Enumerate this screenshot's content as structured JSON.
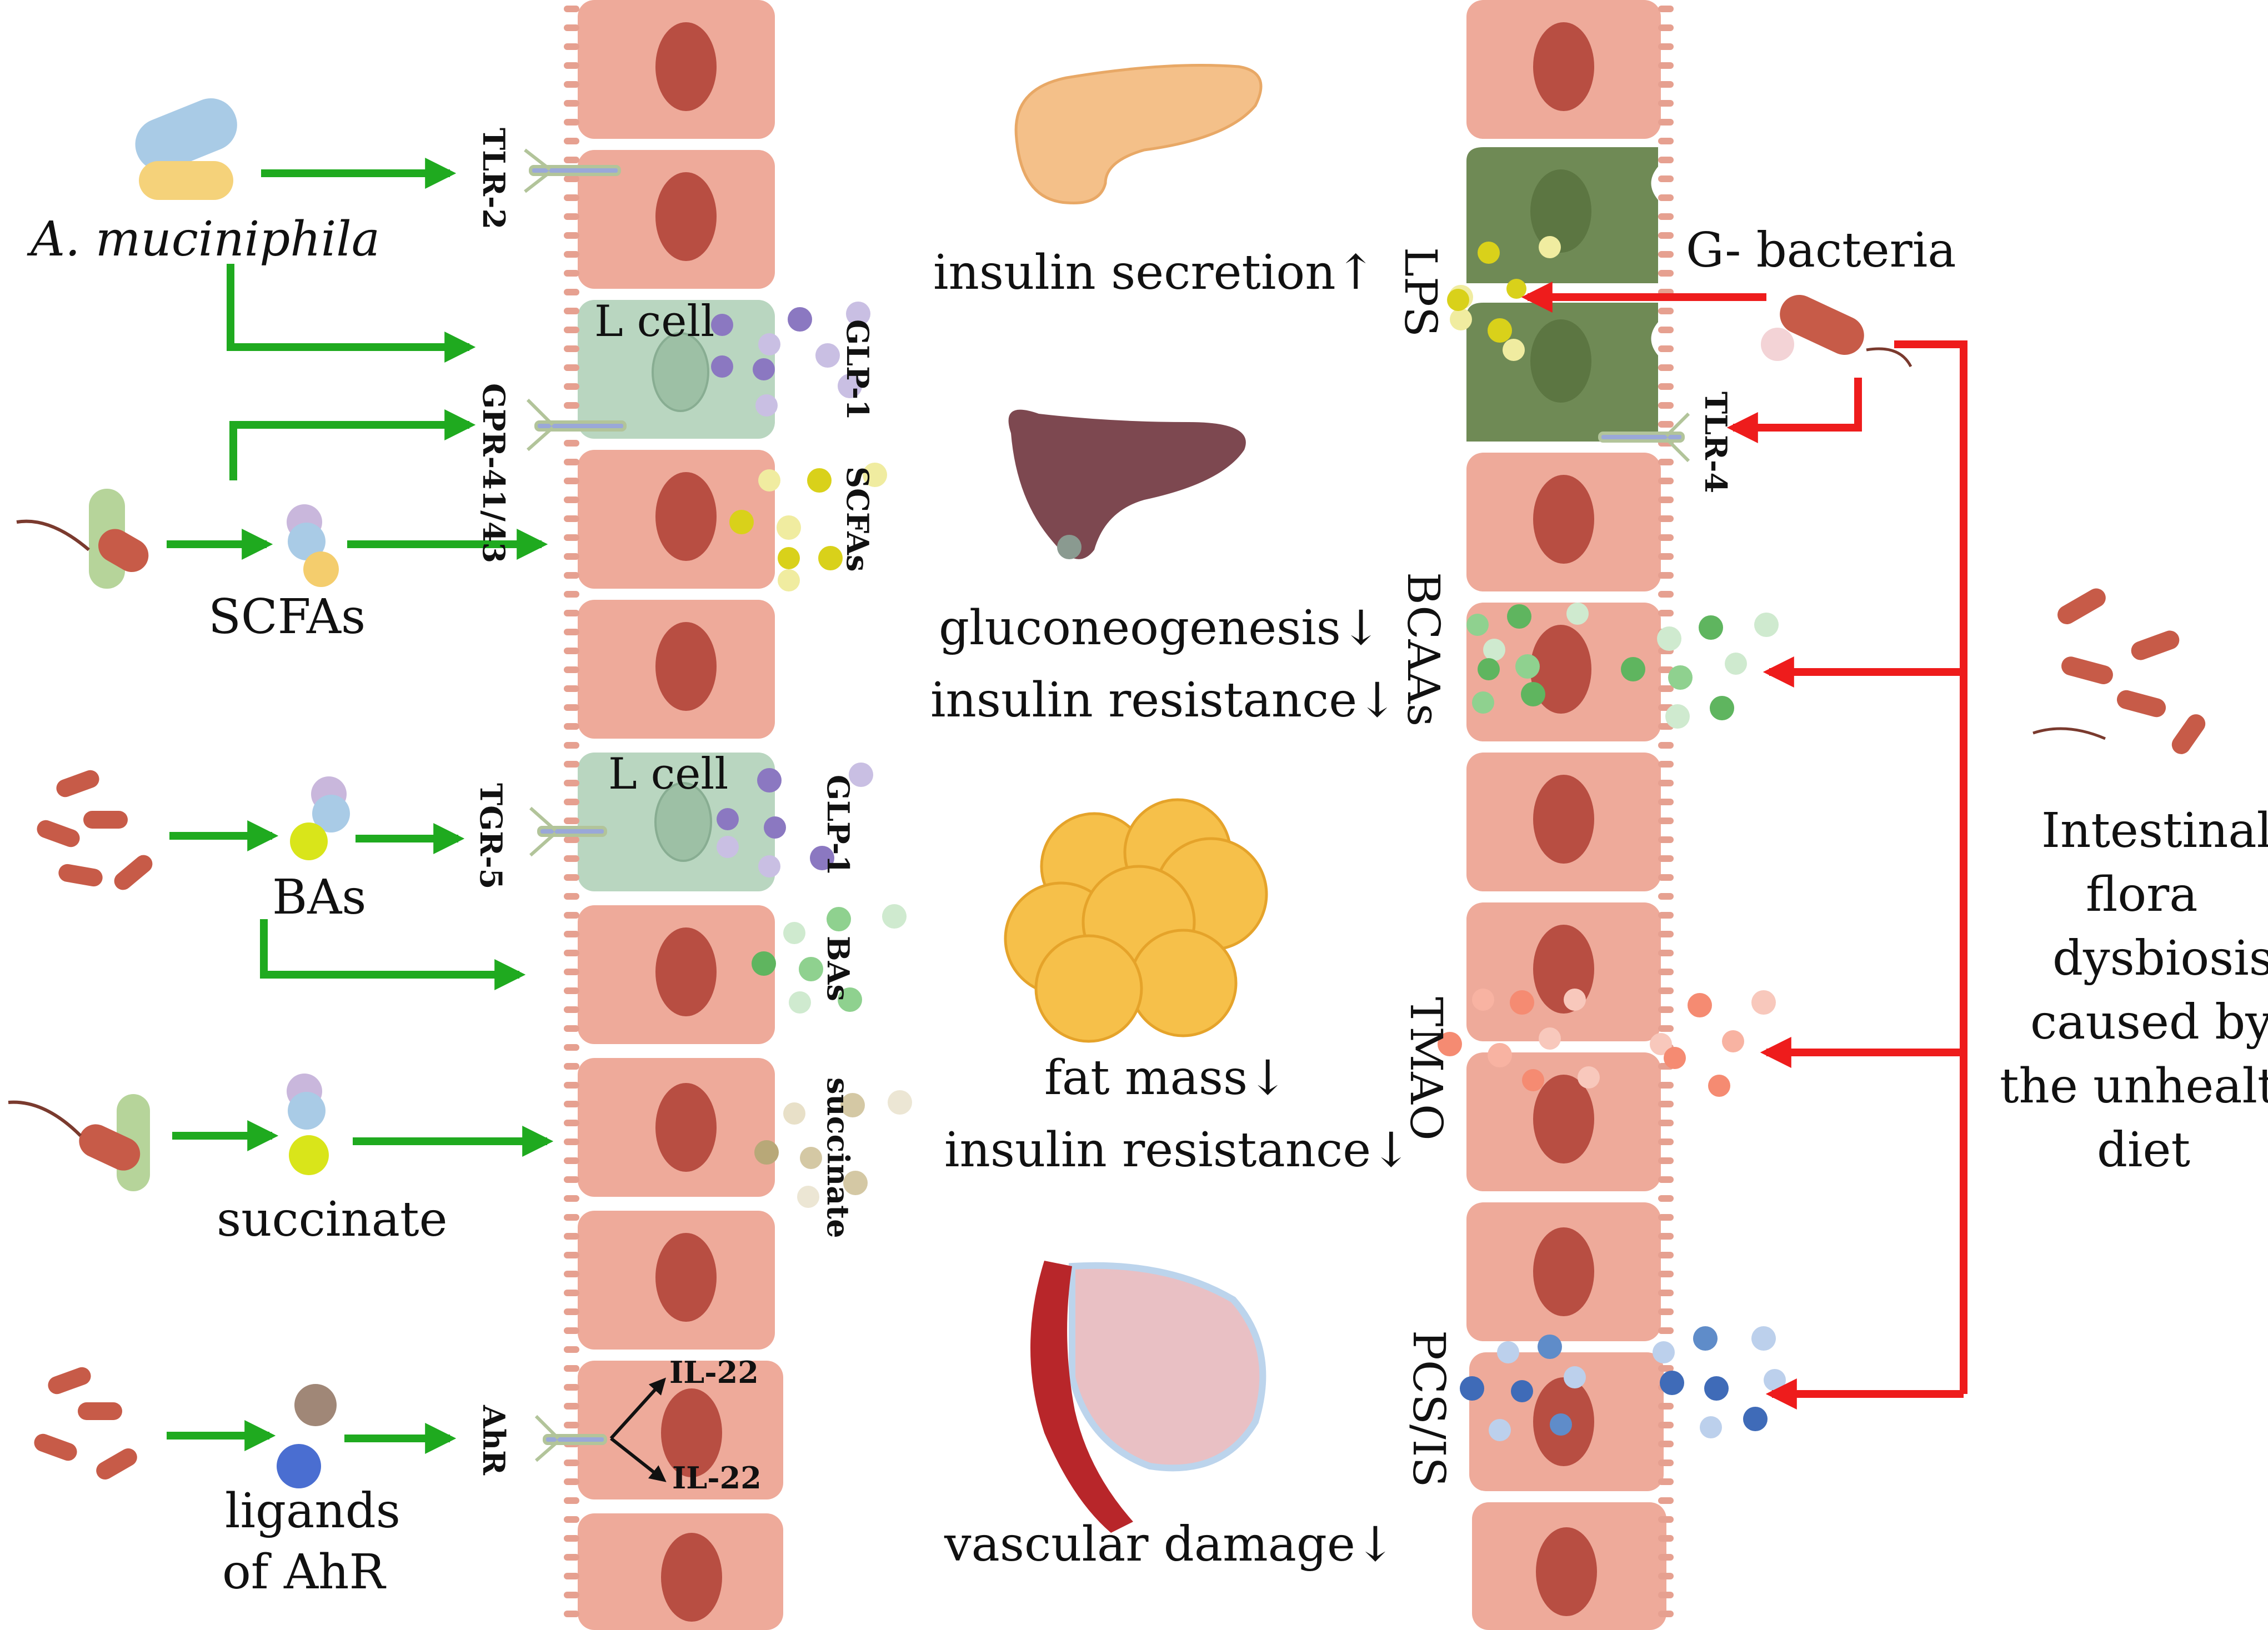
{
  "left_sources": {
    "akk": "A. muciniphila",
    "scfas": "SCFAs",
    "bas": "BAs",
    "succinate": "succinate",
    "ligands_line1": "ligands",
    "ligands_line2": "of AhR"
  },
  "receptors": {
    "tlr2": "TLR-2",
    "gpr": "GPR-41/43",
    "tgr5": "TGR-5",
    "ahr": "AhR",
    "tlr4": "TLR-4"
  },
  "cells": {
    "lcell_top": "L cell",
    "lcell_mid": "L cell"
  },
  "secreted": {
    "glp1_top": "GLP-1",
    "scfas": "SCFAs",
    "glp1_mid": "GLP-1",
    "bas": "BAs",
    "succinate": "succinate",
    "il22_a": "IL-22",
    "il22_b": "IL-22"
  },
  "effects": {
    "insulin_secretion": "insulin secretion↑",
    "gluconeogenesis": "gluconeogenesis↓",
    "insulin_resistance_1": "insulin resistance↓",
    "fat_mass": "fat mass↓",
    "insulin_resistance_2": "insulin resistance↓",
    "vascular": "vascular damage↓"
  },
  "right_side": {
    "g_bacteria": "G- bacteria",
    "lps": "LPS",
    "bcaas": "BCAAs",
    "tmao": "TMAO",
    "pcs_is": "PCS/IS",
    "dysbiosis_1": "Intestinal",
    "dysbiosis_2": "flora",
    "dysbiosis_3": "dysbiosis",
    "dysbiosis_4": "caused by",
    "dysbiosis_5": "the unhealthy",
    "dysbiosis_6": "diet"
  },
  "colors": {
    "green_arrow": "#1faa1f",
    "red_arrow": "#ee1c1c",
    "enterocyte": "#eeaa9a",
    "lcell": "#b9d6c0",
    "goblet": "#6f8a55"
  }
}
